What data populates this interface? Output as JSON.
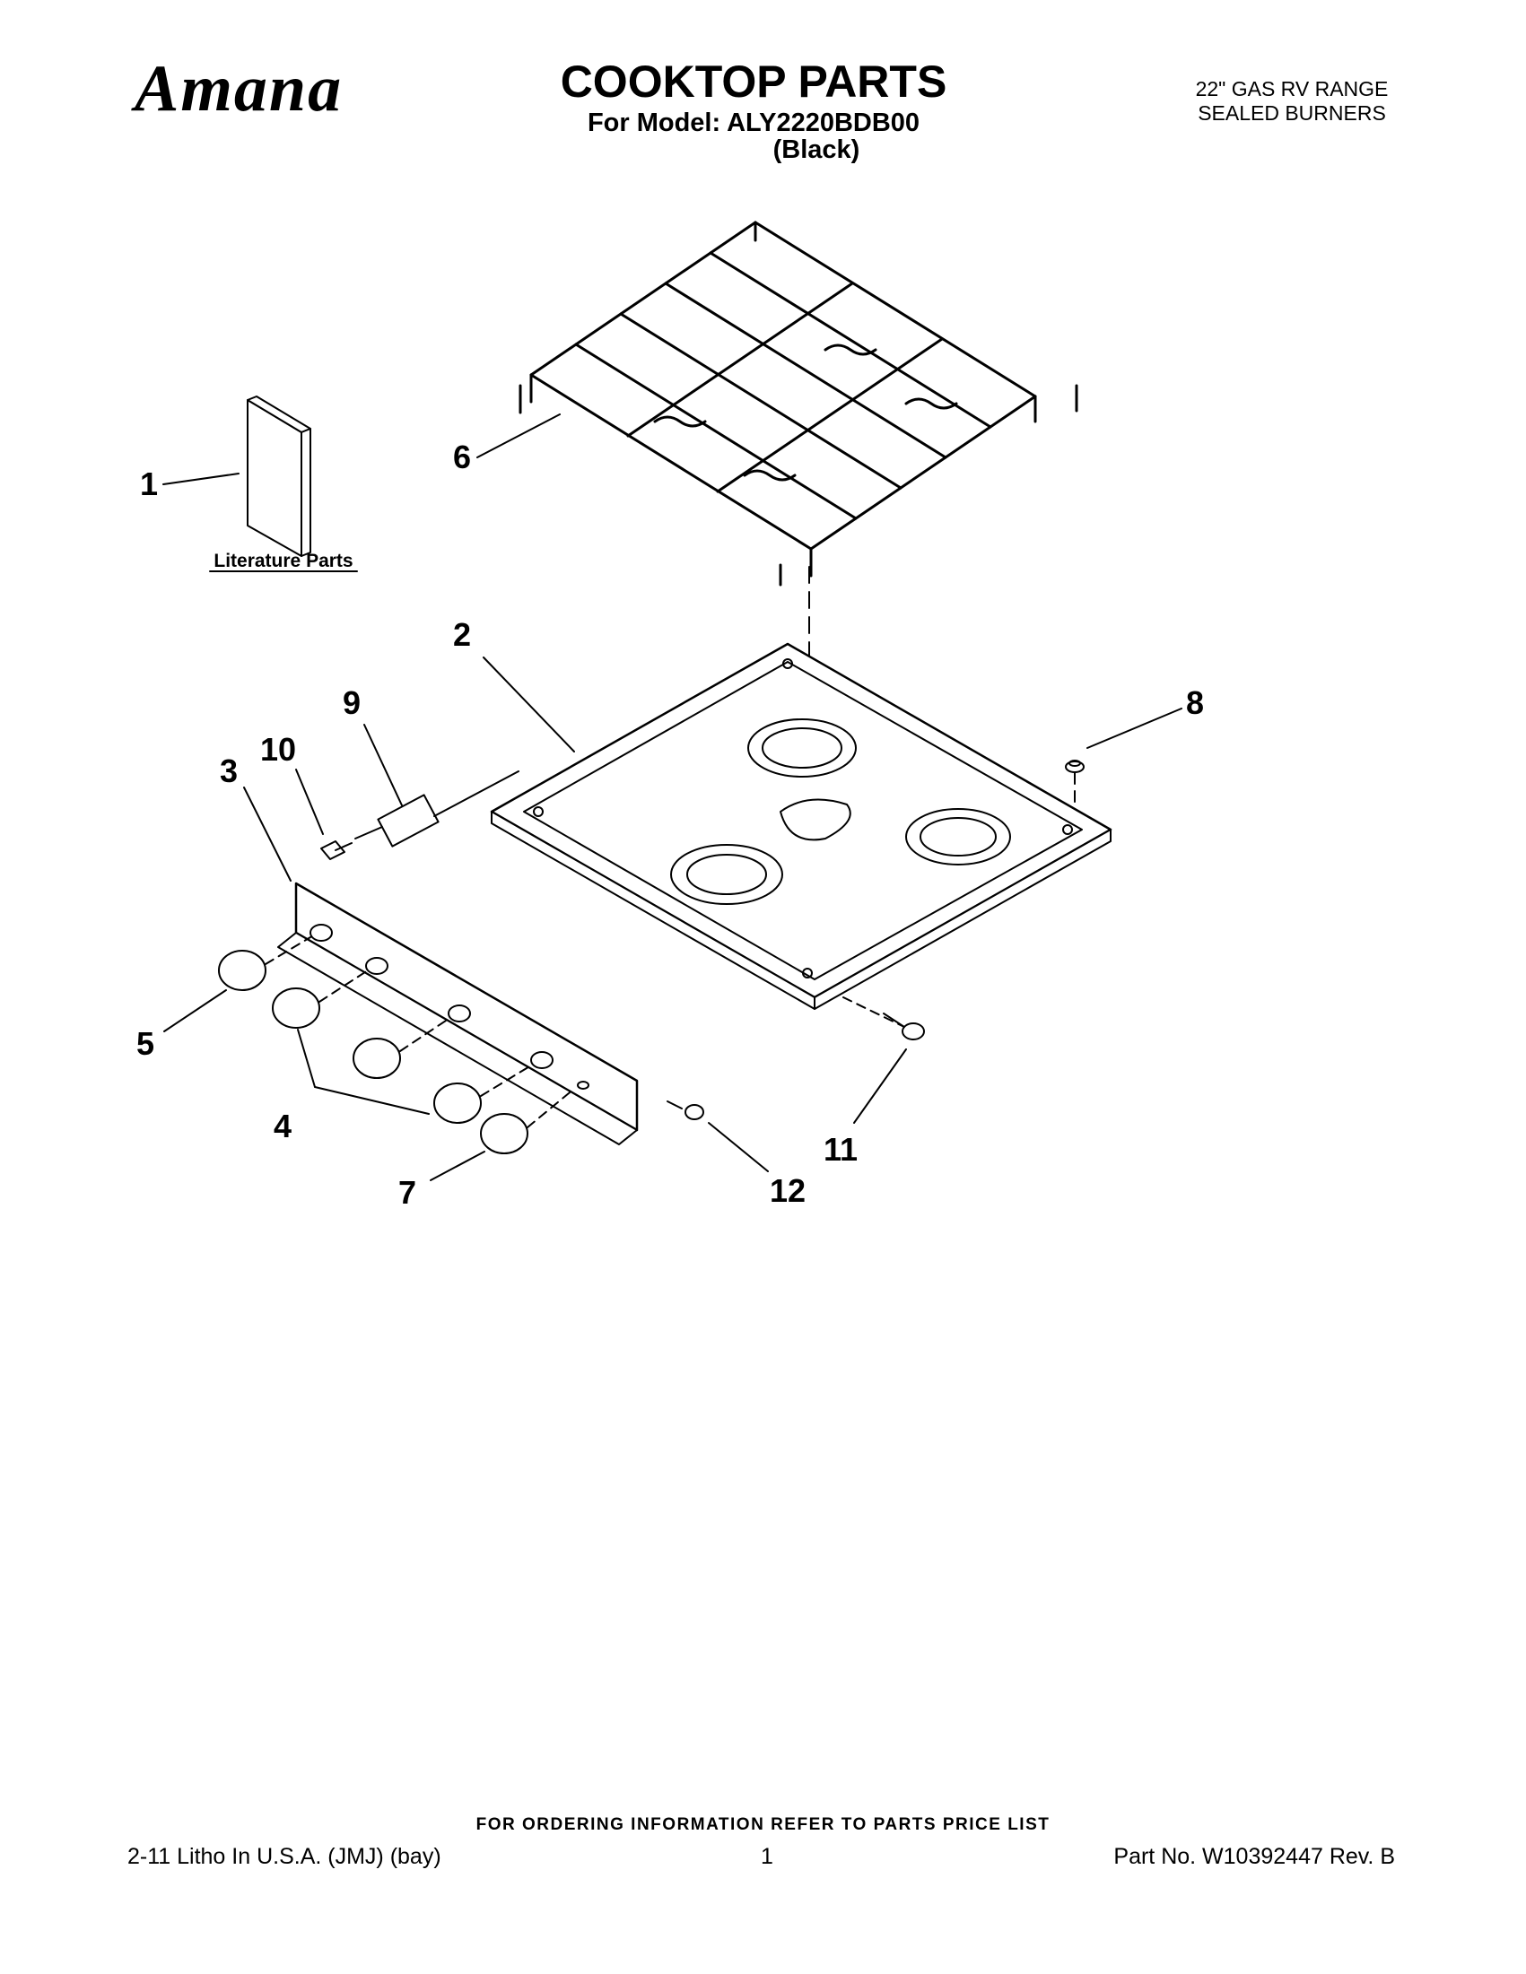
{
  "header": {
    "logo": "Amana",
    "title": "COOKTOP PARTS",
    "model_line": "For Model: ALY2220BDB00",
    "color_line": "(Black)",
    "range_line1": "22\" GAS RV RANGE",
    "range_line2": "SEALED BURNERS"
  },
  "diagram": {
    "literature_label": "Literature Parts",
    "callouts": [
      "1",
      "2",
      "3",
      "4",
      "5",
      "6",
      "7",
      "8",
      "9",
      "10",
      "11",
      "12"
    ]
  },
  "footer": {
    "ordering_note": "FOR ORDERING INFORMATION REFER TO PARTS PRICE LIST",
    "left": "2-11 Litho In U.S.A. (JMJ) (bay)",
    "center": "1",
    "right": "Part No. W10392447 Rev. B"
  }
}
